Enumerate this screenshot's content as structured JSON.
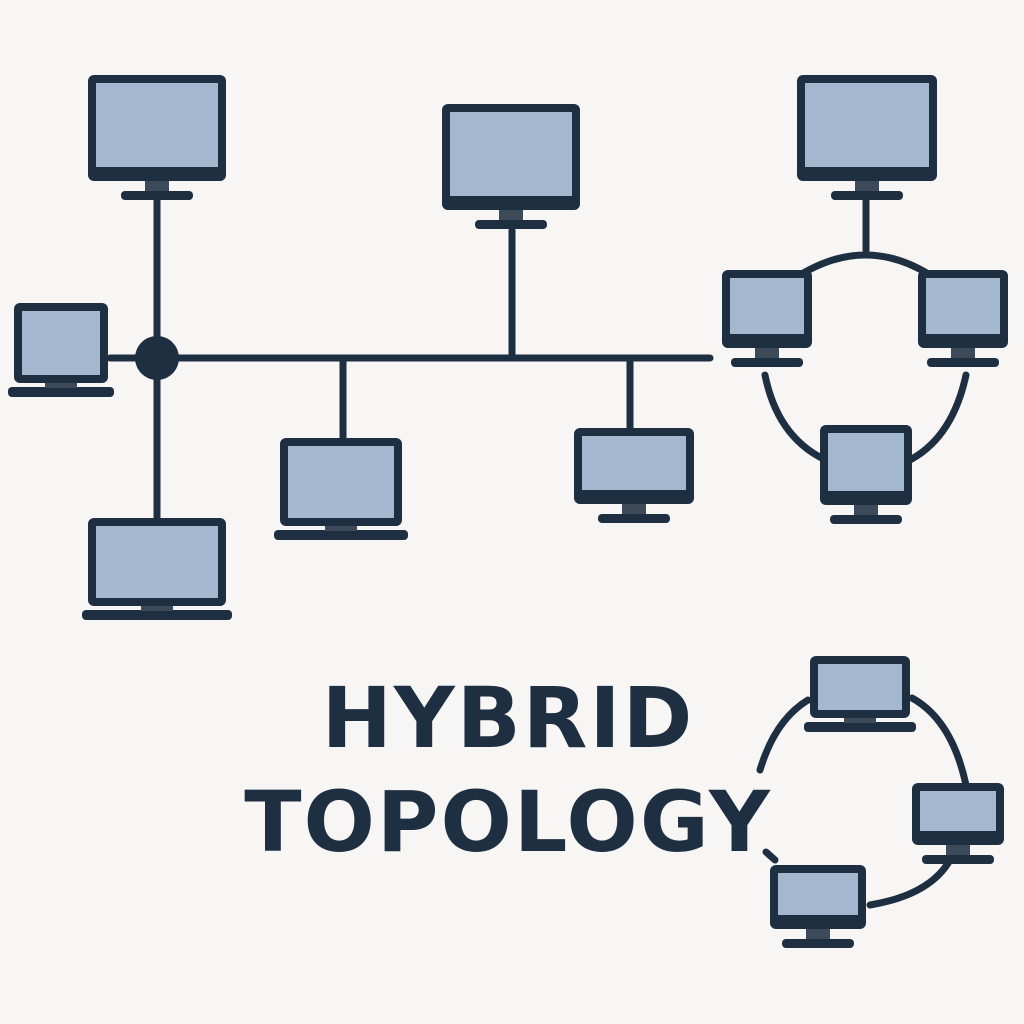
{
  "title": {
    "line1": "HYBRID",
    "line2": "TOPOLOGY"
  },
  "colors": {
    "background": "#f7f6f4",
    "outline": "#1f2f42",
    "screen": "#a3b8cf",
    "stand": "#3c4a5a"
  },
  "icons": {
    "desktop": "desktop-computer-icon",
    "laptop": "laptop-icon",
    "hub": "hub-node"
  }
}
